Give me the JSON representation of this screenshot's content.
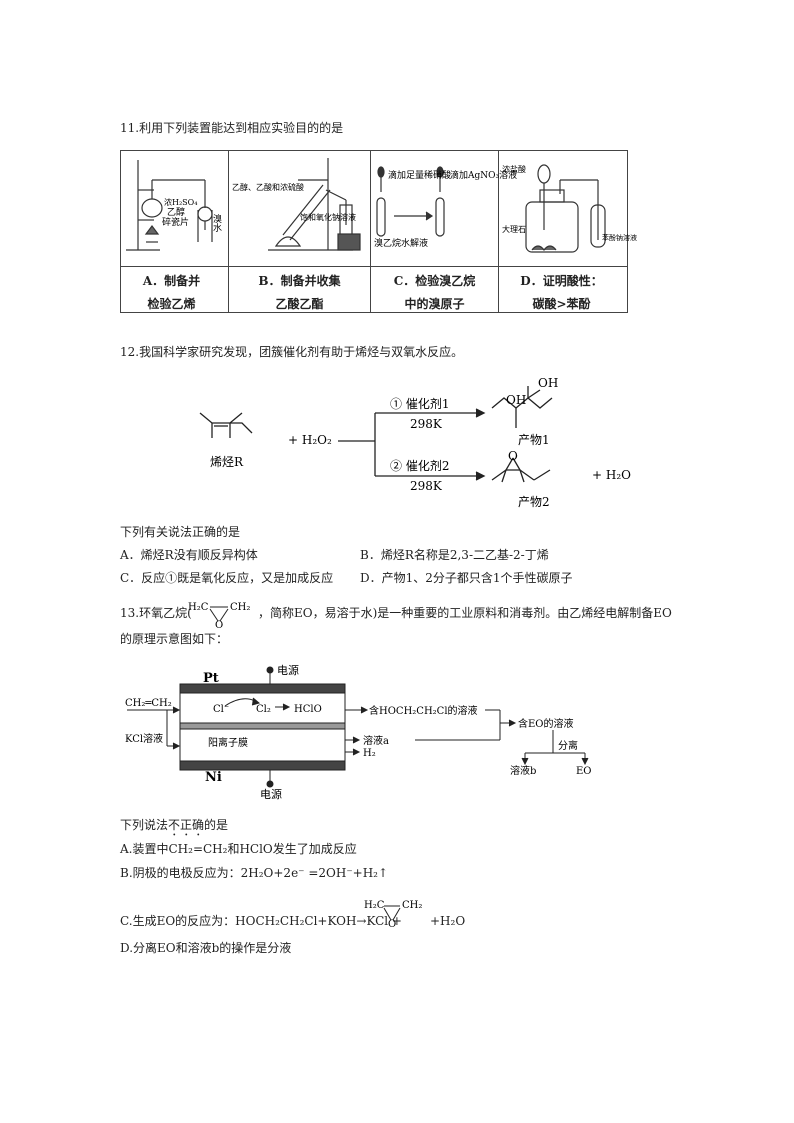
{
  "q11": {
    "stem": "11.利用下列装置能达到相应实验目的的是",
    "apparatus_labels": {
      "a_acid": "浓H₂SO₄",
      "a_ethanol": "乙醇",
      "a_chips": "碎瓷片",
      "a_bromine_water": "溴水",
      "b_reagents": "乙醇、乙酸和浓硫酸",
      "b_na2co3": "饱和氧化钠溶液",
      "c_add_acid": "滴加足量稀硝酸",
      "c_add_agno3": "滴加AgNO₃溶液",
      "c_solution": "溴乙烷水解液",
      "d_hcl": "浓盐酸",
      "d_marble": "大理石",
      "d_phenoxide": "苯酚钠溶液"
    },
    "captions": [
      {
        "line1": "A．制备并",
        "line2": "检验乙烯"
      },
      {
        "line1": "B．制备并收集",
        "line2": "乙酸乙酯"
      },
      {
        "line1": "C．检验溴乙烷",
        "line2": "中的溴原子"
      },
      {
        "line1": "D．证明酸性：",
        "line2": "碳酸>苯酚"
      }
    ]
  },
  "q12": {
    "stem": "12.我国科学家研究发现，团簇催化剂有助于烯烃与双氧水反应。",
    "reactant_label": "烯烃R",
    "reagent": "+ H₂O₂",
    "route1_catalyst": "① 催化剂1",
    "route1_temp": "298K",
    "route2_catalyst": "② 催化剂2",
    "route2_temp": "298K",
    "product1_label": "产物1",
    "product2_label": "产物2",
    "oh": "OH",
    "o": "O",
    "water": "+ H₂O",
    "question": "下列有关说法正确的是",
    "options": {
      "A": "A．烯烃R没有顺反异构体",
      "B": "B．烯烃R名称是2,3-二乙基-2-丁烯",
      "C": "C．反应①既是氧化反应，又是加成反应",
      "D": "D．产物1、2分子都只含1个手性碳原子"
    }
  },
  "q13": {
    "stem_before": "13.环氧乙烷(",
    "stem_after": "，简称EO，易溶于水)是一种重要的工业原料和消毒剂。由乙烯经电解制备EO",
    "stem_line2": "的原理示意图如下：",
    "eo_h2c_left": "H₂C",
    "eo_ch2_right": "CH₂",
    "eo_o": "O",
    "diagram": {
      "power_top": "电源",
      "power_bottom": "电源",
      "pt": "Pt",
      "ni": "Ni",
      "ethylene": "CH₂═CH₂",
      "kcl": "KCl溶液",
      "cl_minus": "Cl⁻",
      "cl2": "Cl₂",
      "hclo": "HClO",
      "membrane": "阳离子膜",
      "out_top": "含HOCH₂CH₂Cl的溶液",
      "out_mid": "溶液a",
      "out_h2": "H₂",
      "eo_solution": "含EO的溶液",
      "separate": "分离",
      "solution_b": "溶液b",
      "eo": "EO"
    },
    "question_prefix": "下列说法",
    "question_emph": "不正确",
    "question_suffix": "的是",
    "options": {
      "A": "A.装置中CH₂=CH₂和HClO发生了加成反应",
      "B": "B.阴极的电极反应为：2H₂O+2e⁻ =2OH⁻+H₂↑",
      "C_before": "C.生成EO的反应为：HOCH₂CH₂Cl+KOH→KCl +",
      "C_after": "+H₂O",
      "D": "D.分离EO和溶液b的操作是分液"
    }
  }
}
